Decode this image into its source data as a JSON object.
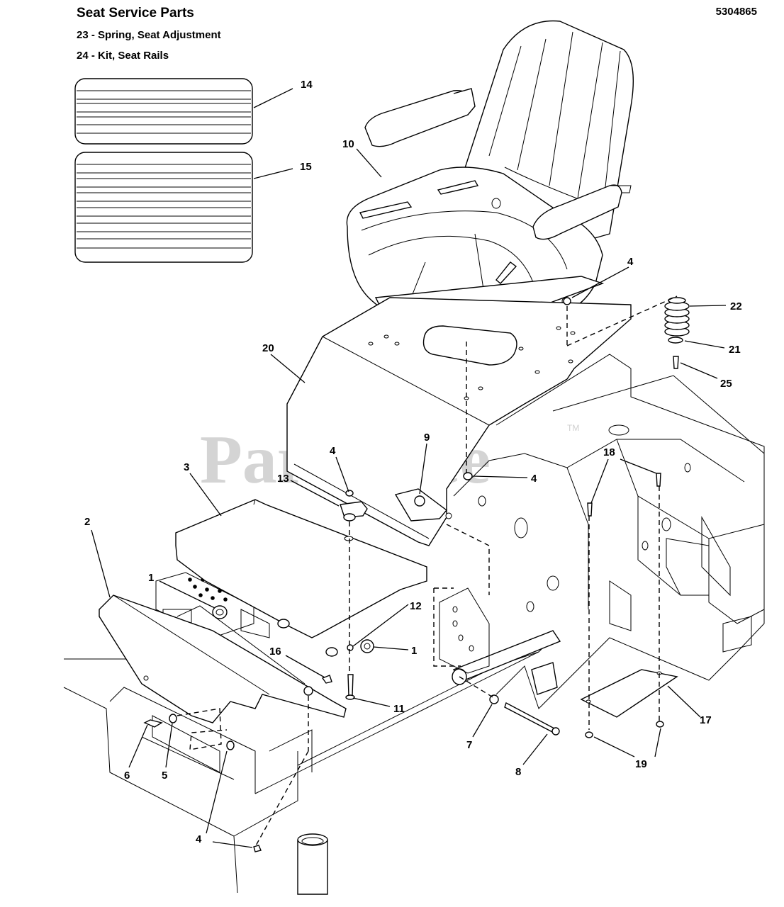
{
  "header": {
    "title": "Seat Service Parts",
    "service_parts": [
      "23 - Spring, Seat Adjustment",
      "24 - Kit, Seat Rails"
    ],
    "document_number": "5304865"
  },
  "watermark": "PartsTree",
  "trademark": "TM",
  "callouts": {
    "c14": "14",
    "c15": "15",
    "c10": "10",
    "c4a": "4",
    "c22": "22",
    "c21": "21",
    "c25": "25",
    "c20": "20",
    "c9": "9",
    "c4b": "4",
    "c4c": "4",
    "c18": "18",
    "c3": "3",
    "c13": "13",
    "c2": "2",
    "c1a": "1",
    "c12": "12",
    "c16": "16",
    "c1b": "1",
    "c11": "11",
    "c6": "6",
    "c5": "5",
    "c7": "7",
    "c8": "8",
    "c17": "17",
    "c19": "19",
    "c4d": "4"
  }
}
